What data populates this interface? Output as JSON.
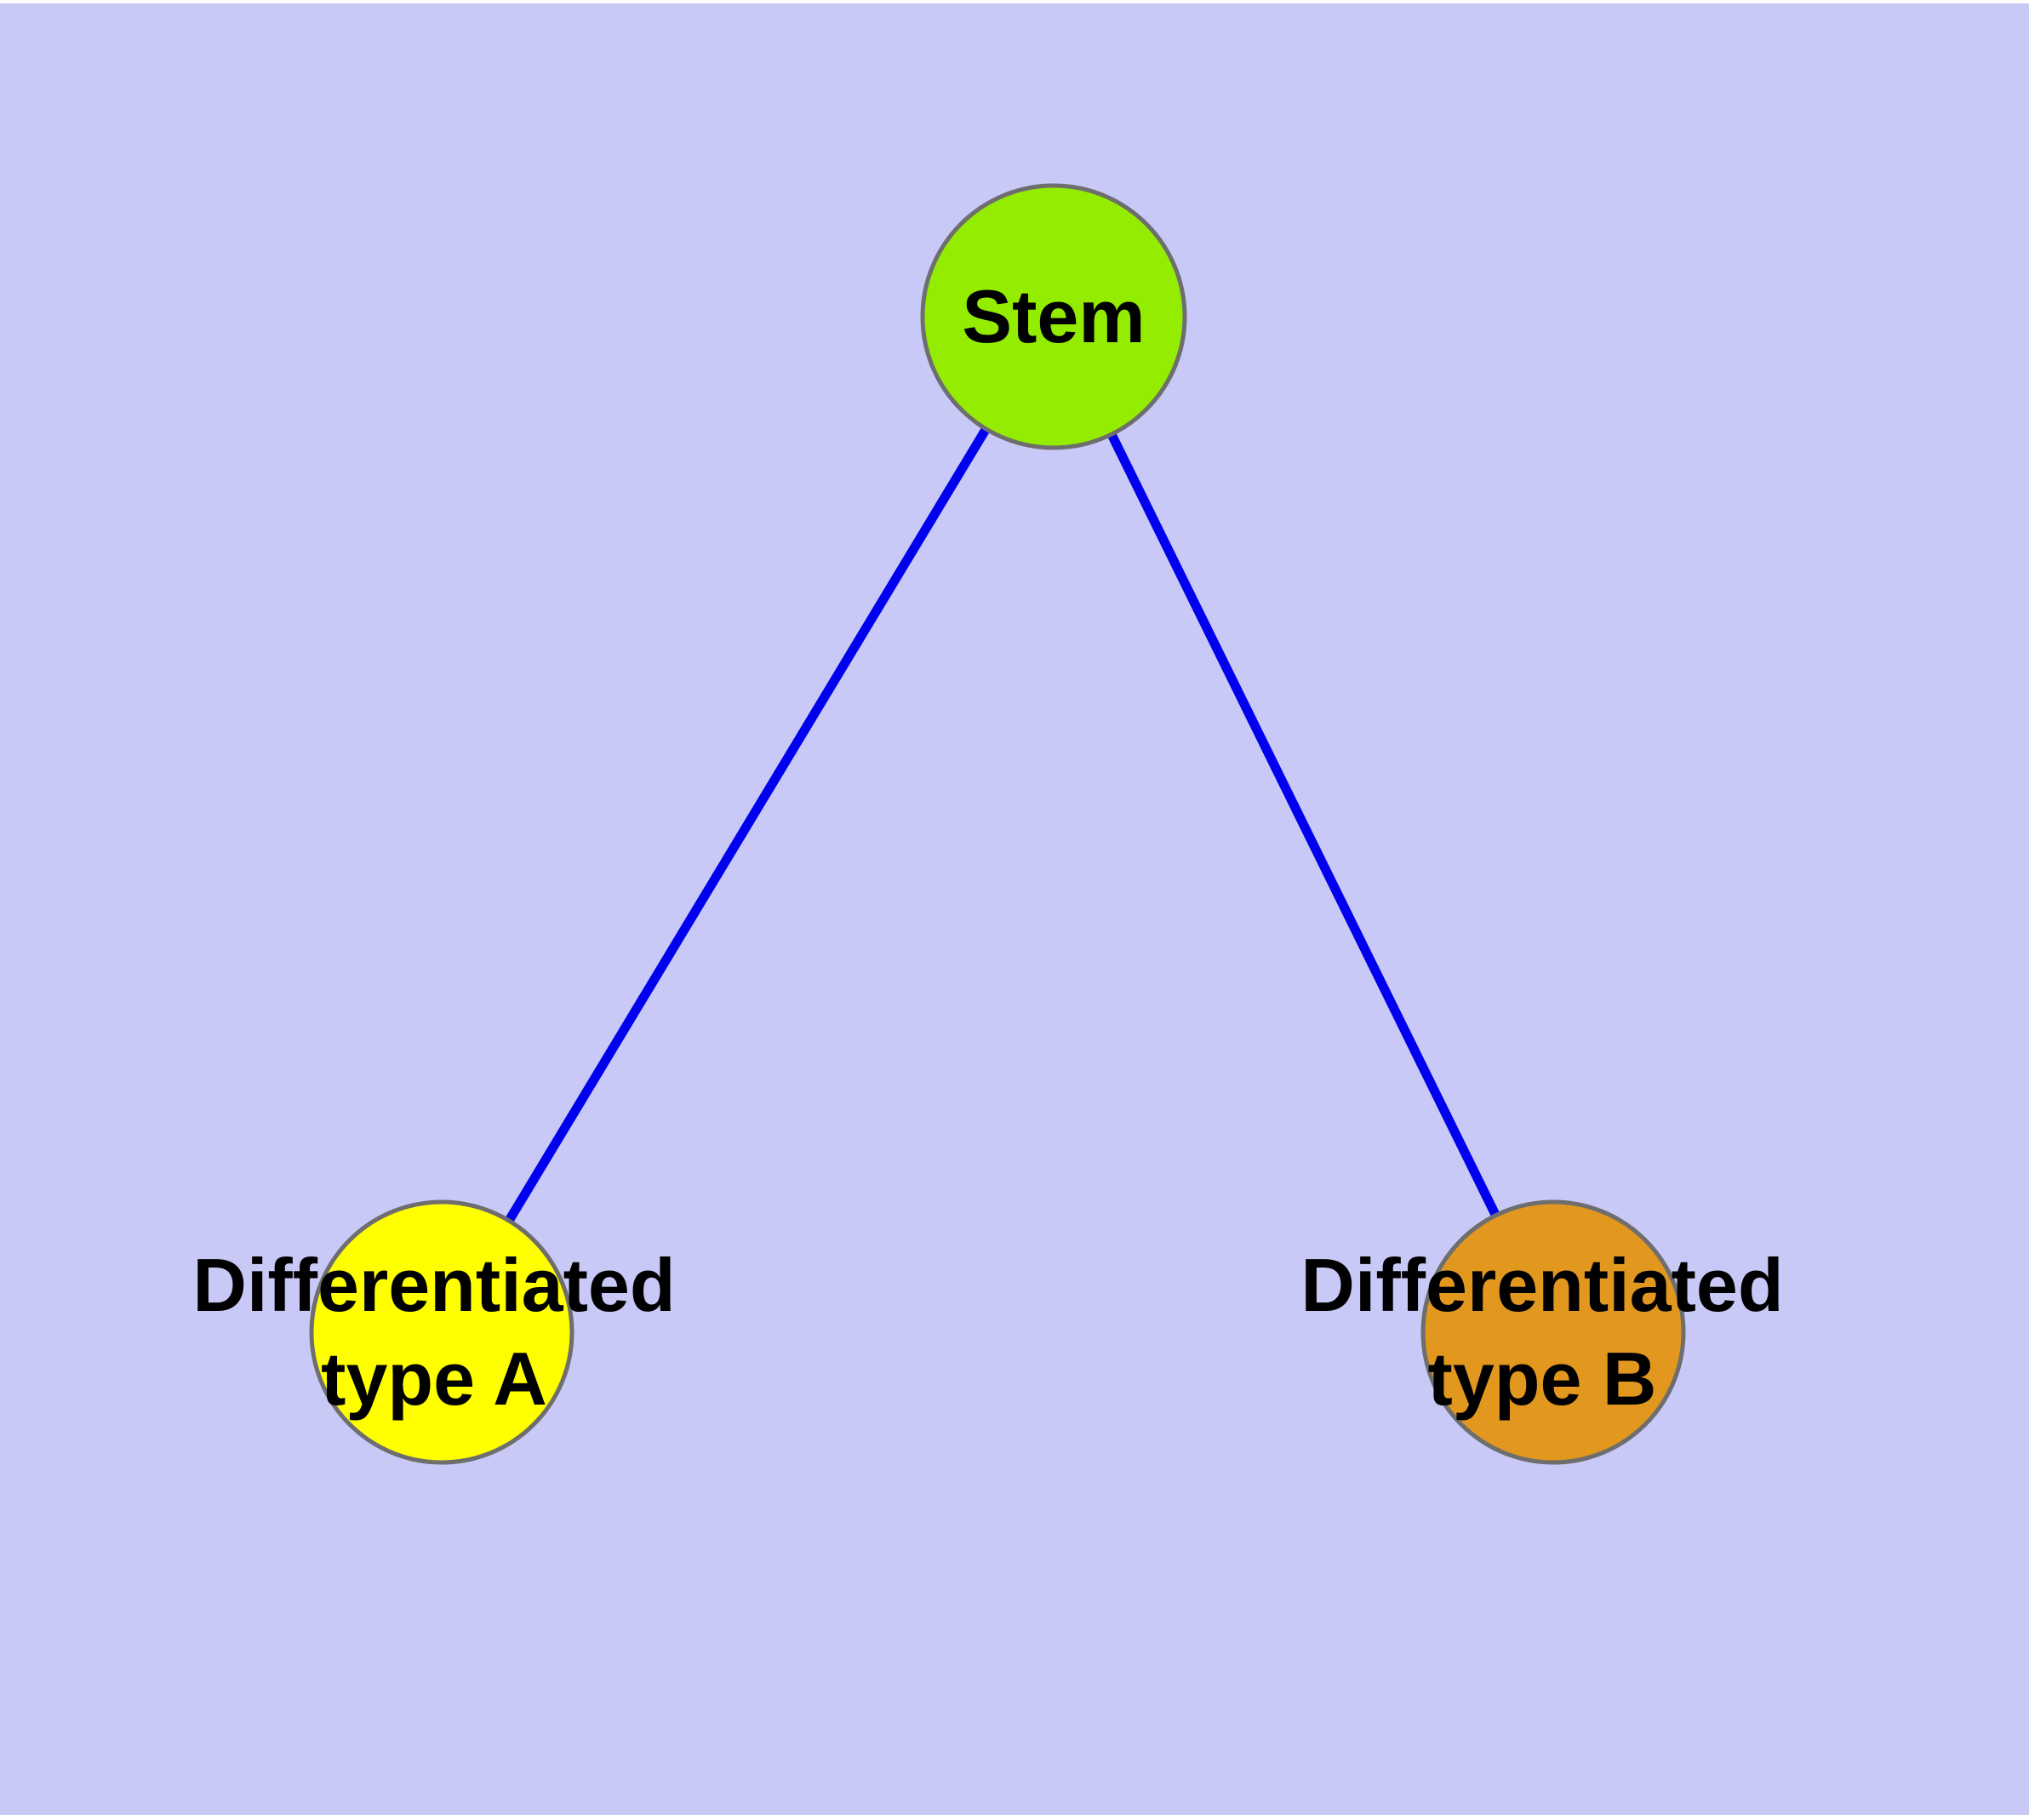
{
  "background": {
    "canvas_color": "#c9c9f7",
    "page_margin_color": "#ffffff"
  },
  "diagram": {
    "type": "node-link-tree",
    "edge_color": "#0000ee",
    "node_border_color": "#6e6e6e",
    "label_color": "#000000",
    "nodes": {
      "stem": {
        "label": "Stem",
        "fill": "#94ed00"
      },
      "type_a": {
        "label_line1": "Differentiated",
        "label_line2": "type A",
        "fill": "#ffff00"
      },
      "type_b": {
        "label_line1": "Differentiated",
        "label_line2": "type B",
        "fill": "#e2971f"
      }
    },
    "edges": [
      {
        "from": "Stem",
        "to": "Differentiated type A"
      },
      {
        "from": "Stem",
        "to": "Differentiated type B"
      }
    ]
  }
}
